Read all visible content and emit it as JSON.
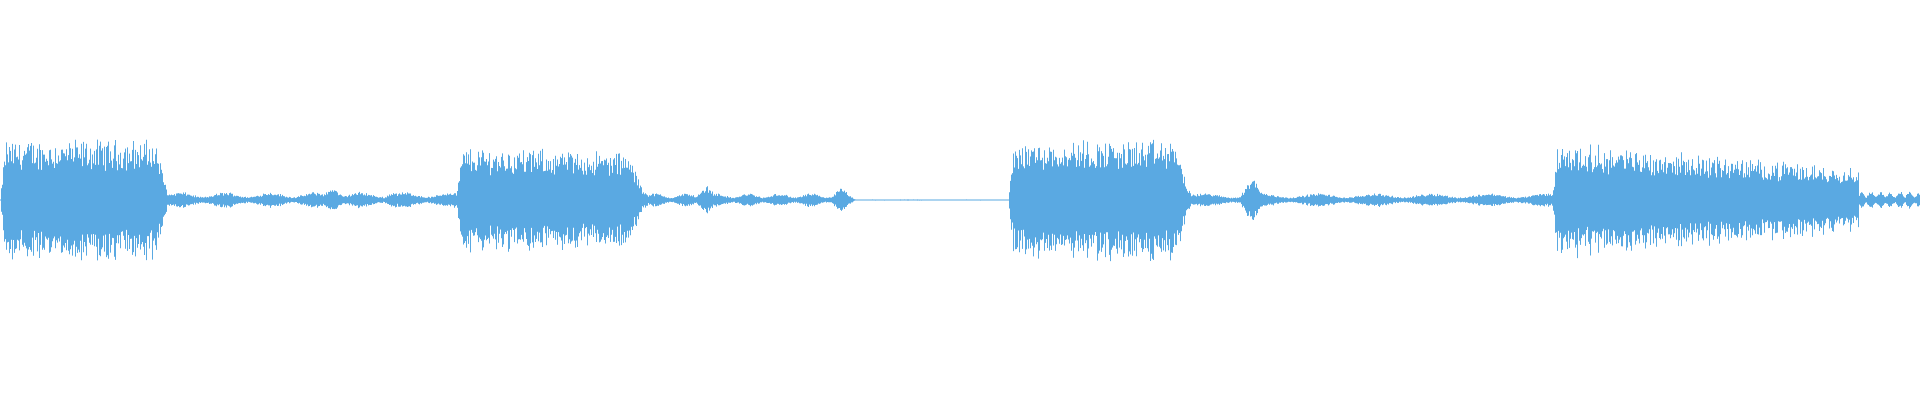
{
  "waveform": {
    "color": "#5aa9e2",
    "background": "#ffffff",
    "segments": [
      {
        "name": "burst-1",
        "start": 0.0,
        "end": 0.088,
        "level": 0.52,
        "shape": "flat-tail"
      },
      {
        "name": "quiet-1",
        "start": 0.088,
        "end": 0.237,
        "level": 0.07,
        "shape": "quiet"
      },
      {
        "name": "burst-2",
        "start": 0.237,
        "end": 0.337,
        "level": 0.46,
        "shape": "rise-fall"
      },
      {
        "name": "quiet-2",
        "start": 0.337,
        "end": 0.44,
        "level": 0.06,
        "shape": "quiet"
      },
      {
        "name": "near-silence",
        "start": 0.44,
        "end": 0.525,
        "level": 0.01,
        "shape": "silent"
      },
      {
        "name": "burst-3",
        "start": 0.525,
        "end": 0.62,
        "level": 0.52,
        "shape": "flat-tail"
      },
      {
        "name": "quiet-3",
        "start": 0.62,
        "end": 0.808,
        "level": 0.06,
        "shape": "quiet"
      },
      {
        "name": "burst-4",
        "start": 0.808,
        "end": 0.968,
        "level": 0.5,
        "shape": "decay"
      },
      {
        "name": "tail-4",
        "start": 0.968,
        "end": 1.0,
        "level": 0.08,
        "shape": "quiet"
      }
    ],
    "bumps": [
      {
        "at": 0.173,
        "level": 0.12
      },
      {
        "at": 0.205,
        "level": 0.08
      },
      {
        "at": 0.368,
        "level": 0.13
      },
      {
        "at": 0.438,
        "level": 0.11
      },
      {
        "at": 0.652,
        "level": 0.22
      }
    ]
  }
}
